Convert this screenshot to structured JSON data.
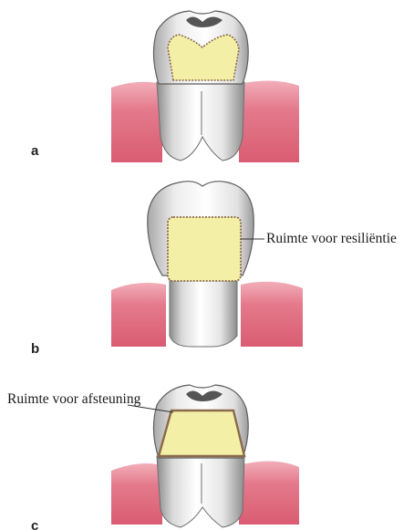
{
  "colors": {
    "gum": "#e47a8c",
    "gum_light": "#f6c2cc",
    "tooth_white": "#f7f7f7",
    "tooth_shadow": "#9a9a9a",
    "enamel_edge": "#5e5e5e",
    "crown_fill": "#f4efa6",
    "crown_border": "#8a6a4a"
  },
  "panels": [
    {
      "letter": "a",
      "callout": ""
    },
    {
      "letter": "b",
      "callout": "Ruimte voor resiliëntie"
    },
    {
      "letter": "c",
      "callout": "Ruimte voor afsteuning"
    }
  ]
}
